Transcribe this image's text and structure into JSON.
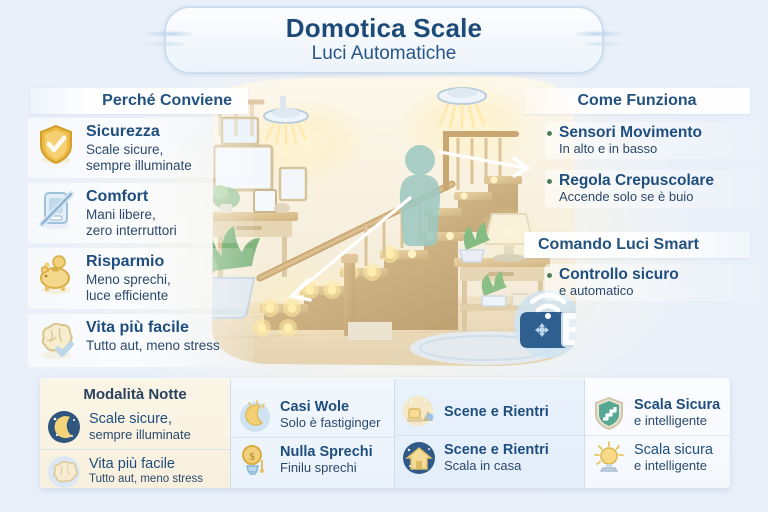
{
  "header": {
    "title": "Domotica Scale",
    "subtitle": "Luci Automatiche"
  },
  "left_section": {
    "heading": "Perché Conviene",
    "items": [
      {
        "icon": "shield-check-icon",
        "title": "Sicurezza",
        "desc": "Scale sicure,\nsempre illuminate"
      },
      {
        "icon": "phone-off-icon",
        "title": "Comfort",
        "desc": "Mani libere,\nzero interruttori"
      },
      {
        "icon": "piggy-bank-icon",
        "title": "Risparmio",
        "desc": "Meno sprechi,\nluce efficiente"
      },
      {
        "icon": "brain-check-icon",
        "title": "Vita più facile",
        "desc": "Tutto aut, meno stress"
      }
    ]
  },
  "right_section": {
    "heading": "Come Funziona",
    "items": [
      {
        "title": "Sensori Movimento",
        "desc": "In alto e in basso"
      },
      {
        "title": "Regola Crepuscolare",
        "desc": "Accende solo se è buio"
      }
    ],
    "heading2": "Comando Luci Smart",
    "items2": [
      {
        "title": "Controllo sicuro",
        "desc": "e automatico"
      }
    ]
  },
  "bottom_strip": {
    "panels": [
      {
        "title": "Modalità Notte",
        "items": [
          {
            "icon": "moon-night-icon",
            "label": "Scale sicure,",
            "sub": "sempre illuminate"
          },
          {
            "icon": "brain-cloud-icon",
            "label": "Vita più facile",
            "sub": "Tutto aut, meno stress"
          }
        ]
      },
      {
        "title": "",
        "items": [
          {
            "icon": "moon-stars-icon",
            "label": "Casi Wole",
            "sub": "Solo è fastiginger"
          },
          {
            "icon": "coin-bulb-icon",
            "label": "Nulla Sprechi",
            "sub": "Finilu sprechi"
          }
        ]
      },
      {
        "title": "",
        "items": [
          {
            "icon": "living-room-icon",
            "label": "Scene e Rientri",
            "sub": ""
          },
          {
            "icon": "house-night-icon",
            "label": "Scene e Rientri",
            "sub": "Scala in casa"
          }
        ]
      },
      {
        "title": "",
        "items": [
          {
            "icon": "shield-stairs-icon",
            "label": "Scala Sicura",
            "sub": "e intelligente"
          },
          {
            "icon": "lightbulb-icon",
            "label": "Scala sicura",
            "sub": "e intelligente"
          }
        ]
      }
    ]
  },
  "illustration": {
    "name": "staircase-with-automatic-lights",
    "elements": [
      "ceiling-motion-sensor-top",
      "ceiling-motion-sensor-bottom",
      "wooden-staircase",
      "led-step-lights",
      "person-silhouette",
      "console-table-left",
      "side-table-right",
      "potted-plant",
      "table-lamp",
      "smart-hub-wifi",
      "wall-switch",
      "framed-pictures",
      "area-rug",
      "direction-arrows"
    ]
  },
  "colors": {
    "background": "#eef3fa",
    "title_navy": "#1d4b79",
    "heading_blue": "#23527f",
    "body_blue": "#2b4a6b",
    "bullet_green": "#4f7f55",
    "cream_panel": "#fbf5e6",
    "gold_icon": "#e8b94a",
    "sensor_blue": "#2b7ba8"
  }
}
